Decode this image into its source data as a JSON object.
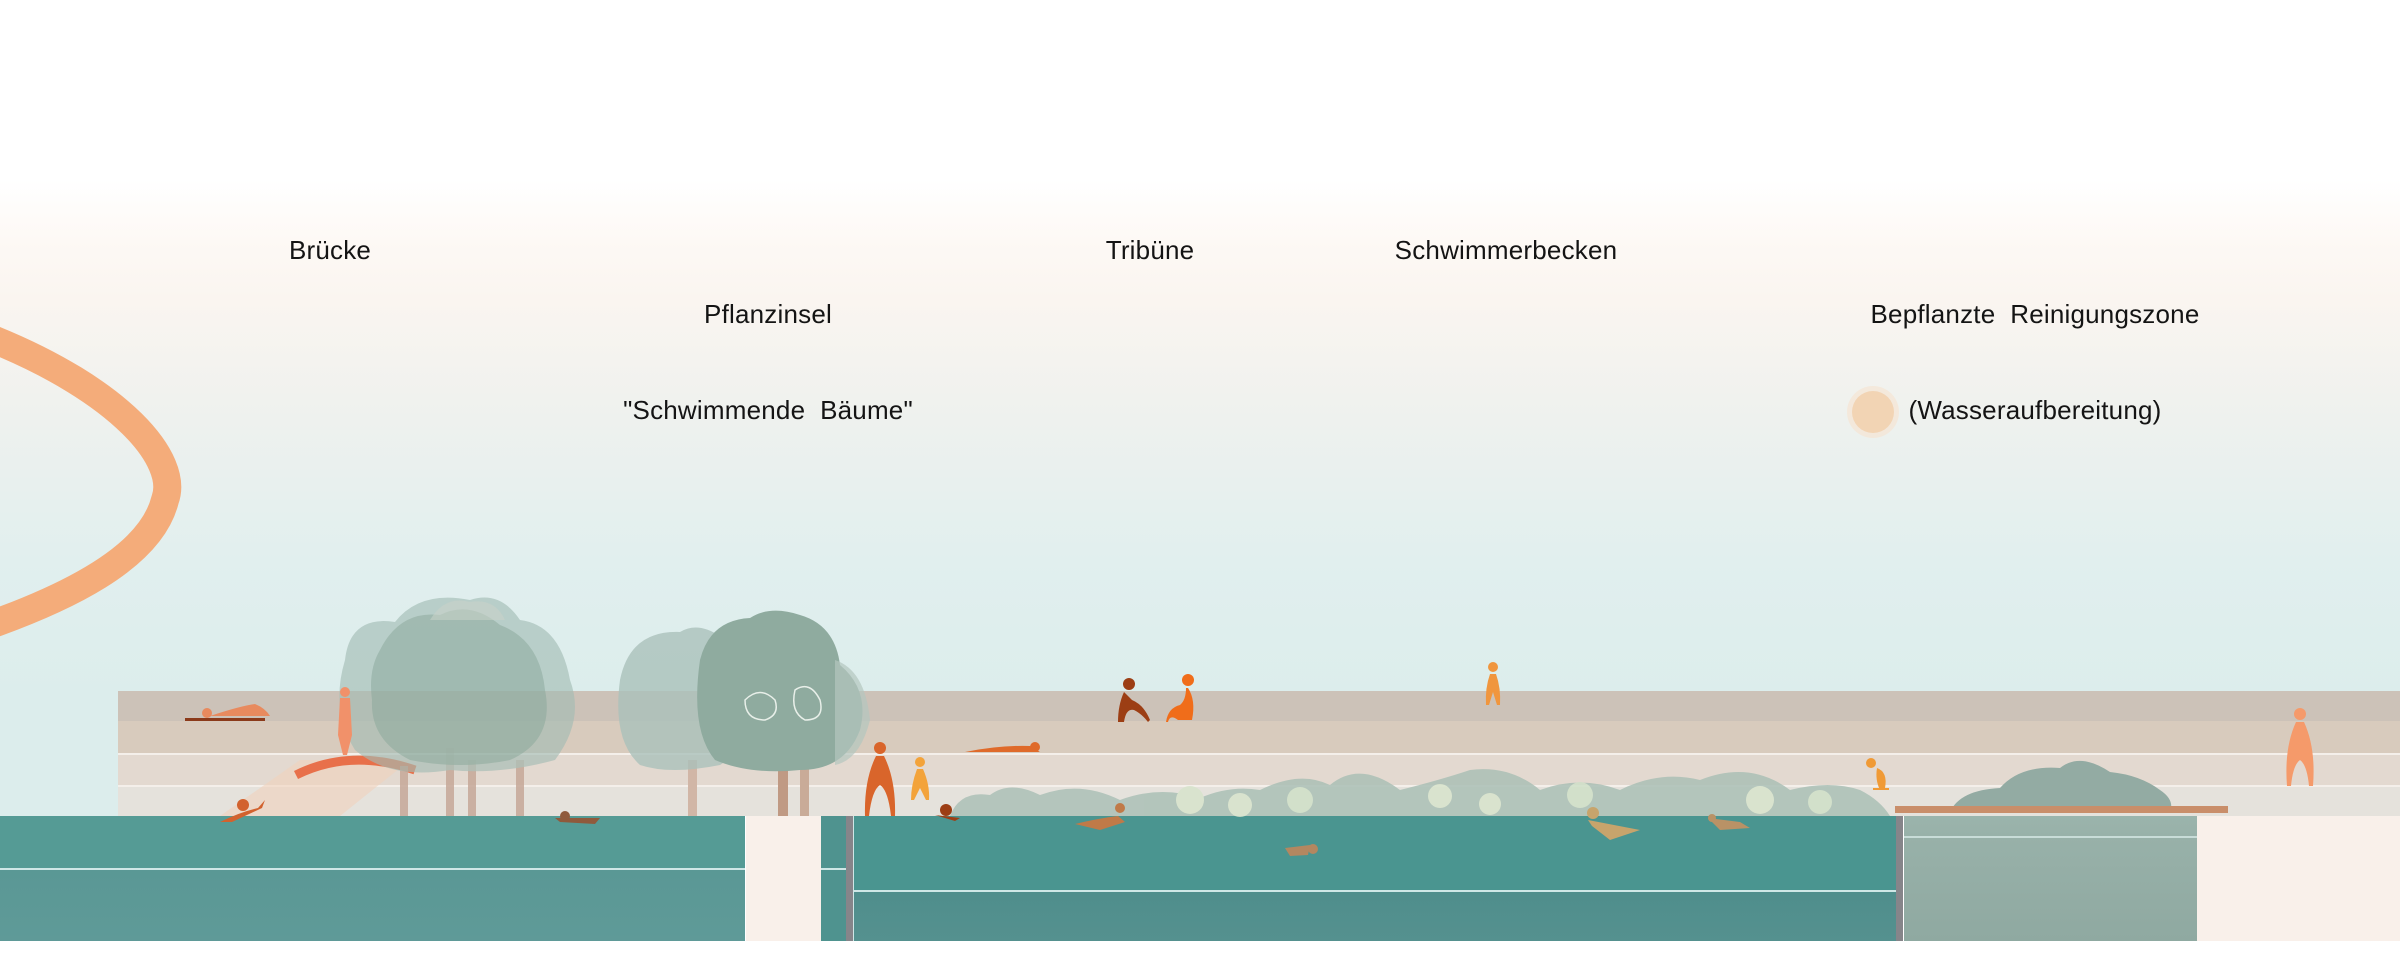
{
  "section_labels": {
    "bruecke": "Brücke",
    "pflanzinsel_line1": "Pflanzinsel",
    "pflanzinsel_line2": "\"Schwimmende  Bäume\"",
    "tribuene": "Tribüne",
    "schwimmerbecken": "Schwimmerbecken",
    "reinigungszone_line1": "Bepflanzte  Reinigungszone",
    "reinigungszone_line2": "(Wasseraufbereitung)"
  },
  "colors": {
    "sky_top": "#ffffff",
    "sky_bottom": "#dcedec",
    "arc_orange": "#f4ac7a",
    "sun": "#f2d4b4",
    "terrace_1": "#ccc2b8",
    "terrace_2": "#d8cbbd",
    "terrace_3": "#e3d9d0",
    "terrace_4": "#e5e2dc",
    "pool_water": "#4a9590",
    "pool_water_deep": "#55918f",
    "treatment_water": "#93aba3",
    "divider_gray": "#86858a",
    "cream_ground": "#f9f0ea",
    "tree_green": "#8fab9f",
    "figure_orange": "#f08a3a",
    "figure_dark": "#9c3e14",
    "boardwalk": "#c98e6a"
  },
  "figures": [
    {
      "type": "lying-person",
      "zone": "bruecke"
    },
    {
      "type": "standing-person",
      "zone": "bruecke"
    },
    {
      "type": "swimmer",
      "zone": "bruecke"
    },
    {
      "type": "swimmer",
      "zone": "bruecke"
    },
    {
      "type": "standing-adult",
      "zone": "pflanzinsel"
    },
    {
      "type": "standing-child",
      "zone": "pflanzinsel"
    },
    {
      "type": "lying-person",
      "zone": "tribuene"
    },
    {
      "type": "sitting-person",
      "zone": "tribuene"
    },
    {
      "type": "sitting-person",
      "zone": "tribuene"
    },
    {
      "type": "standing-child",
      "zone": "schwimmerbecken"
    },
    {
      "type": "swimmer",
      "zone": "schwimmerbecken"
    },
    {
      "type": "swimmer",
      "zone": "schwimmerbecken"
    },
    {
      "type": "swimmer",
      "zone": "schwimmerbecken"
    },
    {
      "type": "swimmer",
      "zone": "schwimmerbecken"
    },
    {
      "type": "crouching-person",
      "zone": "reinigungszone"
    },
    {
      "type": "standing-adult",
      "zone": "reinigungszone"
    }
  ]
}
